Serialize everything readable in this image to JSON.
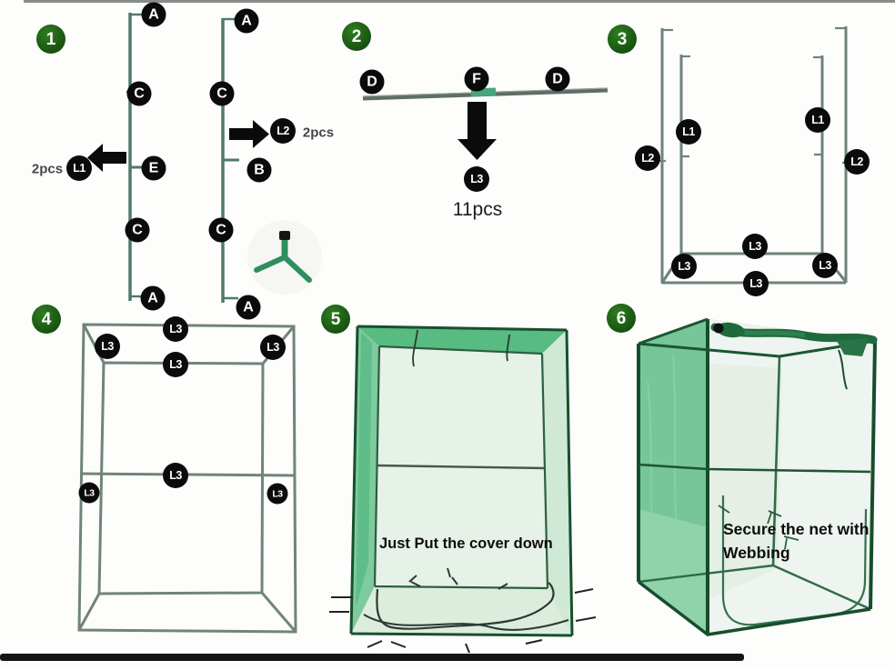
{
  "steps": {
    "s1": "1",
    "s2": "2",
    "s3": "3",
    "s4": "4",
    "s5": "5",
    "s6": "6"
  },
  "step1": {
    "pole_left_labels": [
      "A",
      "C",
      "E",
      "C",
      "A"
    ],
    "pole_right_labels": [
      "A",
      "C",
      "B",
      "C",
      "A"
    ],
    "part_left": "L1",
    "part_left_qty": "2pcs",
    "part_right": "L2",
    "part_right_qty": "2pcs"
  },
  "step2": {
    "end_left": "D",
    "center": "F",
    "end_right": "D",
    "result": "L3",
    "result_qty": "11pcs"
  },
  "step3": {
    "inner_left": "L1",
    "inner_right": "L1",
    "outer_left": "L2",
    "outer_right": "L2",
    "bar_back": "L3",
    "corner_left": "L3",
    "corner_right": "L3",
    "bar_front": "L3"
  },
  "step4": {
    "top_back": "L3",
    "top_left": "L3",
    "top_right": "L3",
    "top_front": "L3",
    "mid_center": "L3",
    "mid_left": "L3",
    "mid_right": "L3"
  },
  "step5": {
    "caption": "Just Put the cover down"
  },
  "step6": {
    "caption_line1": "Secure the net with",
    "caption_line2": "Webbing"
  },
  "colors": {
    "step_circle_green": "#1d5c13",
    "badge_black": "#0b0b0b",
    "pole_green": "#4e7a6a",
    "frame_gray_green": "#70847a",
    "net_band_green": "#58bb82",
    "net_face_light": "#e6f1e7",
    "cage_frame_dark_green": "#174d2b",
    "cage_top_green": "#56b87e",
    "caption_text": "#0d0d0d"
  }
}
